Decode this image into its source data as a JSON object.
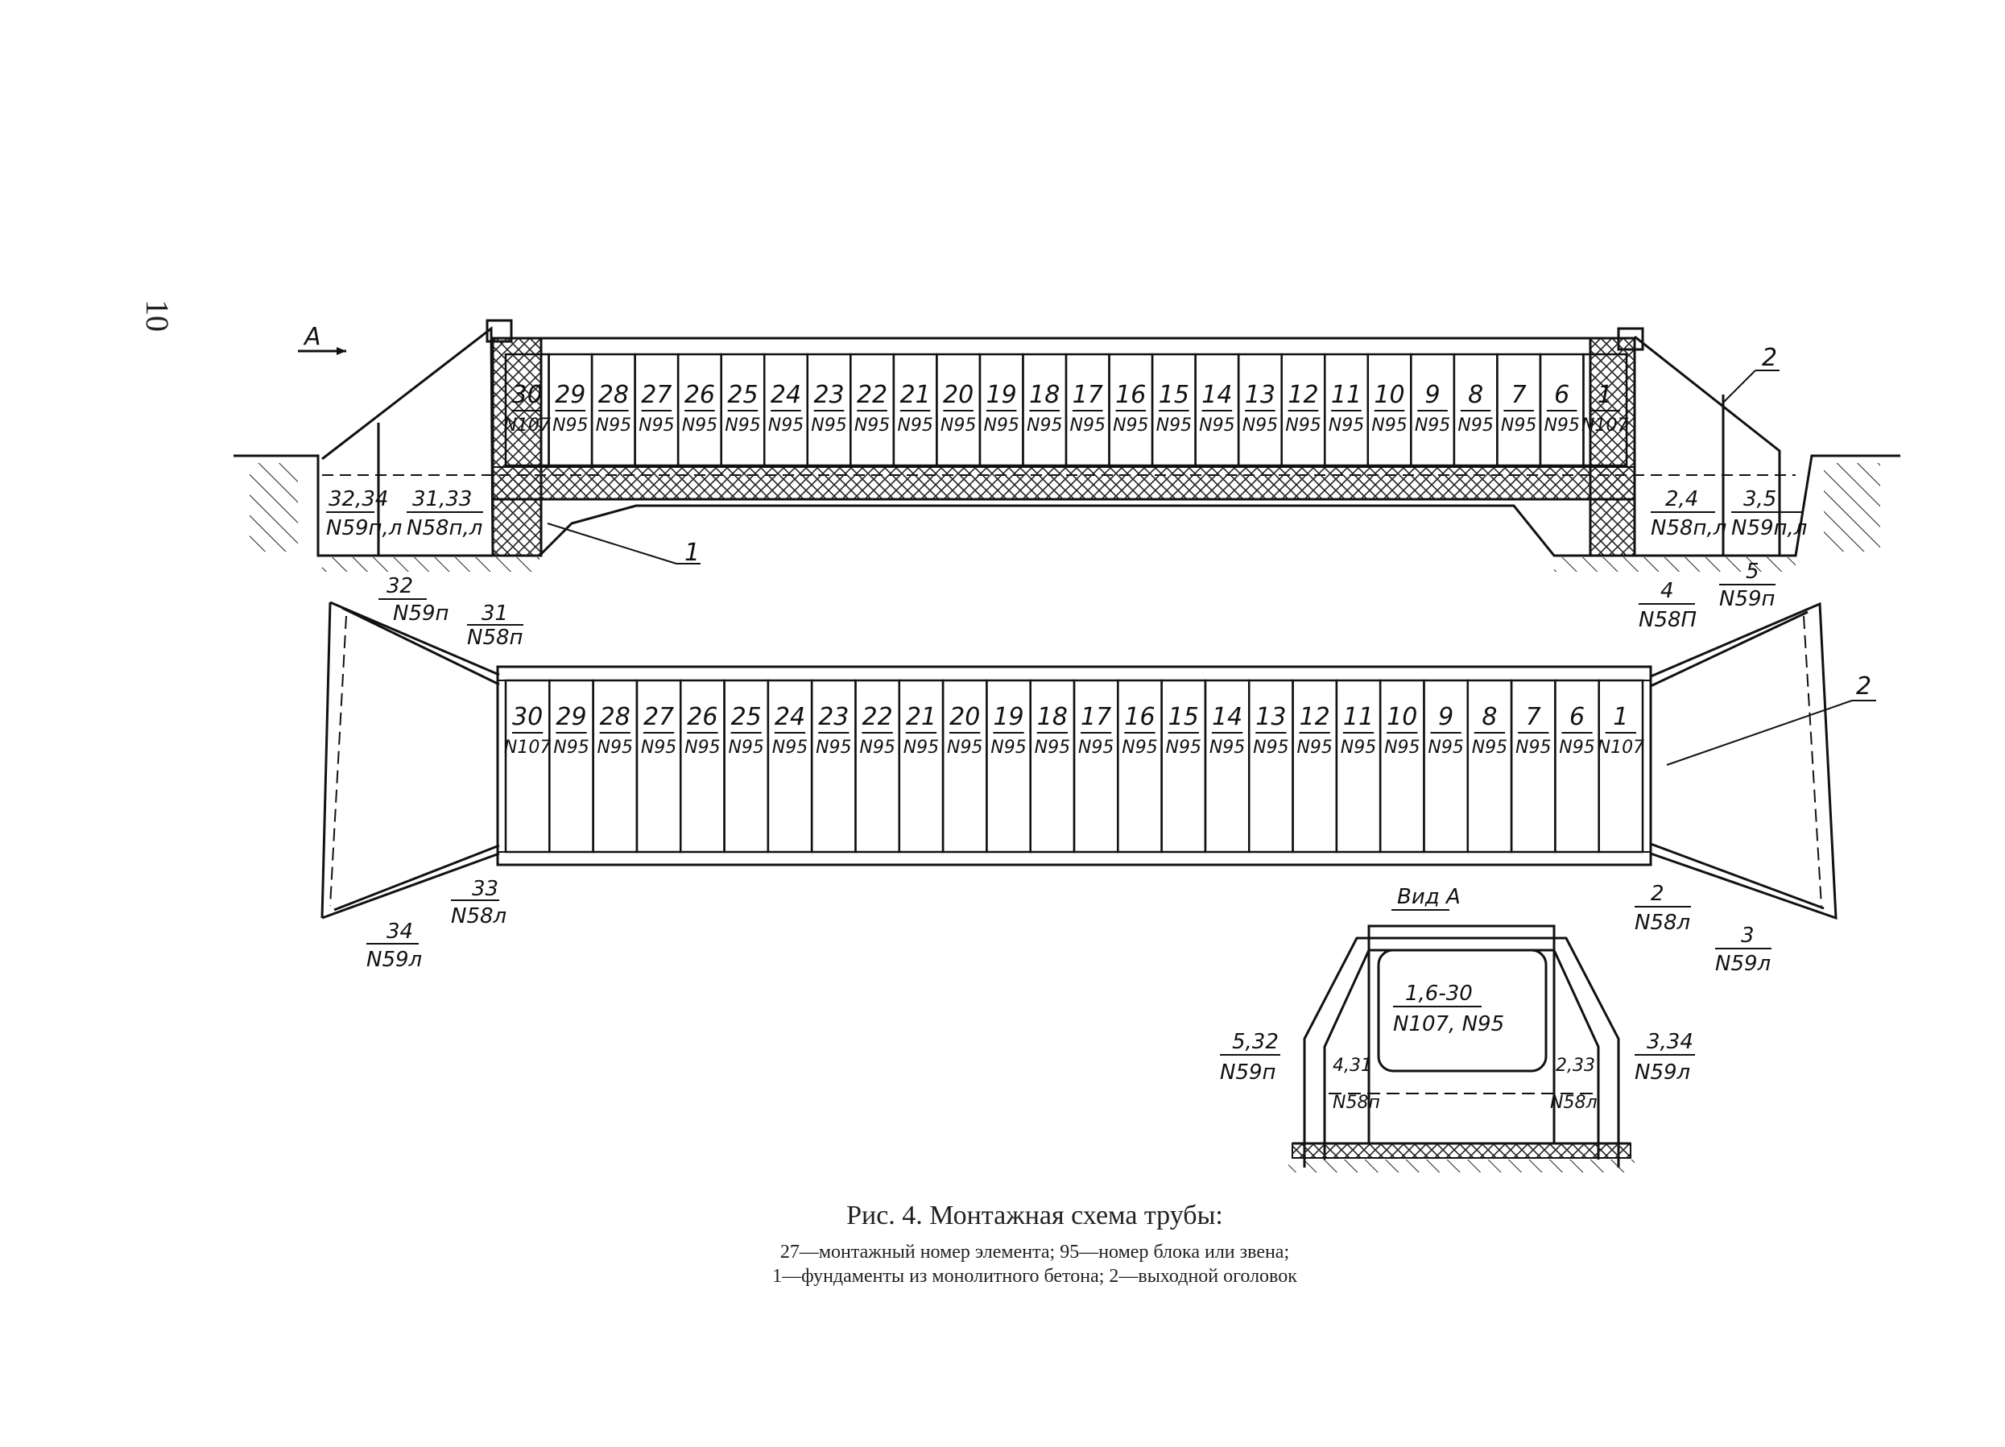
{
  "page_number": "10",
  "section_marker": "А",
  "blocks": [
    {
      "num": "30",
      "code": "N107"
    },
    {
      "num": "29",
      "code": "N95"
    },
    {
      "num": "28",
      "code": "N95"
    },
    {
      "num": "27",
      "code": "N95"
    },
    {
      "num": "26",
      "code": "N95"
    },
    {
      "num": "25",
      "code": "N95"
    },
    {
      "num": "24",
      "code": "N95"
    },
    {
      "num": "23",
      "code": "N95"
    },
    {
      "num": "22",
      "code": "N95"
    },
    {
      "num": "21",
      "code": "N95"
    },
    {
      "num": "20",
      "code": "N95"
    },
    {
      "num": "19",
      "code": "N95"
    },
    {
      "num": "18",
      "code": "N95"
    },
    {
      "num": "17",
      "code": "N95"
    },
    {
      "num": "16",
      "code": "N95"
    },
    {
      "num": "15",
      "code": "N95"
    },
    {
      "num": "14",
      "code": "N95"
    },
    {
      "num": "13",
      "code": "N95"
    },
    {
      "num": "12",
      "code": "N95"
    },
    {
      "num": "11",
      "code": "N95"
    },
    {
      "num": "10",
      "code": "N95"
    },
    {
      "num": "9",
      "code": "N95"
    },
    {
      "num": "8",
      "code": "N95"
    },
    {
      "num": "7",
      "code": "N95"
    },
    {
      "num": "6",
      "code": "N95"
    },
    {
      "num": "1",
      "code": "N107"
    }
  ],
  "elevation": {
    "left_wing_a": {
      "num": "32,34",
      "code": "N59п,л"
    },
    "left_wing_b": {
      "num": "31,33",
      "code": "N58п,л"
    },
    "right_wing_a": {
      "num": "2,4",
      "code": "N58п,л"
    },
    "right_wing_b": {
      "num": "3,5",
      "code": "N59п,л"
    },
    "leader_1": "1",
    "leader_2": "2"
  },
  "plan": {
    "top_left_outer": {
      "num": "32",
      "code": "N59п"
    },
    "top_left_inner": {
      "num": "31",
      "code": "N58п"
    },
    "bottom_left_inner": {
      "num": "33",
      "code": "N58л"
    },
    "bottom_left_outer": {
      "num": "34",
      "code": "N59л"
    },
    "top_right_inner": {
      "num": "4",
      "code": "N58П"
    },
    "top_right_outer": {
      "num": "5",
      "code": "N59п"
    },
    "bottom_right_inner": {
      "num": "2",
      "code": "N58л"
    },
    "bottom_right_outer": {
      "num": "3",
      "code": "N59л"
    },
    "leader_2": "2"
  },
  "view_a": {
    "title": "Вид А",
    "center": {
      "num": "1,6-30",
      "code": "N107, N95"
    },
    "left_outer": {
      "num": "5,32",
      "code": "N59п"
    },
    "left_inner": {
      "num": "4,31",
      "code": "N58п"
    },
    "right_inner": {
      "num": "2,33",
      "code": "N58л"
    },
    "right_outer": {
      "num": "3,34",
      "code": "N59л"
    }
  },
  "caption": {
    "title": "Рис. 4. Монтажная схема трубы:",
    "line1": "27—монтажный номер элемента; 95—номер блока или звена;",
    "line2": "1—фундаменты из монолитного бетона; 2—выходной оголовок"
  }
}
